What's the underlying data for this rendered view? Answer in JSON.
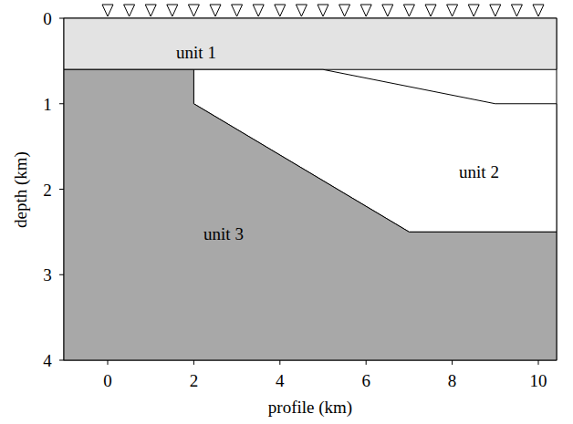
{
  "diagram": {
    "nodes": [
      {
        "text": [
          "unit 1"
        ]
      },
      {
        "text": [
          "unit 2"
        ]
      },
      {
        "text": [
          "unit 3"
        ]
      }
    ],
    "labels": [
      "0",
      "1",
      "2",
      "3",
      "4",
      "0",
      "2",
      "4",
      "6",
      "8",
      "10",
      "depth (km)",
      "profile (km)"
    ]
  }
}
